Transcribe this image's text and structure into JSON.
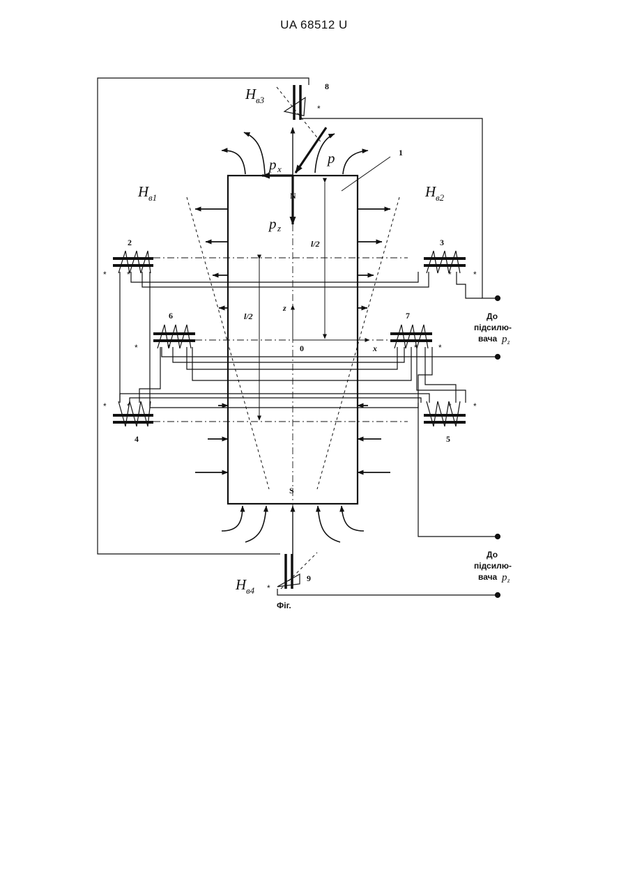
{
  "header": {
    "doc_id": "UA   68512   U"
  },
  "figure": {
    "caption": "Фіг.",
    "pole_north": "N",
    "pole_south": "S",
    "axis_z": "z",
    "axis_x": "x",
    "origin": "0",
    "half_length_left": "l/2",
    "half_length_right": "l/2",
    "sensor_labels": {
      "hv1_main": "H",
      "hv1_sub": "в1",
      "hv2_main": "H",
      "hv2_sub": "в2",
      "hv3_main": "H",
      "hv3_sub": "в3",
      "hv4_main": "H",
      "hv4_sub": "в4"
    },
    "force_labels": {
      "p_main": "p",
      "px_main": "p",
      "px_sub": "x",
      "pz_main": "p",
      "pz_sub": "z"
    },
    "part_numbers": [
      "1",
      "2",
      "3",
      "4",
      "5",
      "6",
      "7",
      "8",
      "9"
    ],
    "outputs": [
      {
        "line1": "До",
        "line2": "підсилю-",
        "line3": "вача",
        "sym": "p",
        "sub": "z"
      },
      {
        "line1": "До",
        "line2": "підсилю-",
        "line3": "вача",
        "sym": "p",
        "sub": "z"
      }
    ],
    "star_mark": "*"
  }
}
